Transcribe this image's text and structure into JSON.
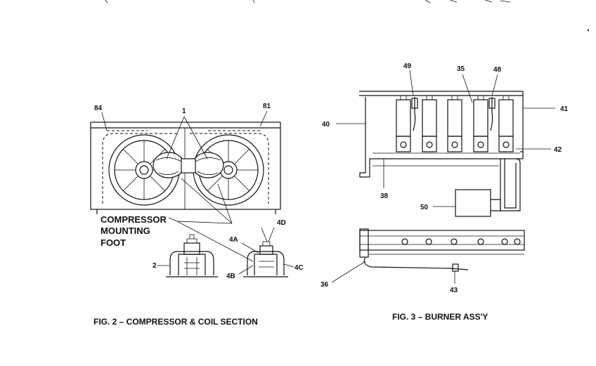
{
  "figure2": {
    "caption": "FIG. 2 – COMPRESSOR & COIL SECTION",
    "label_lines": [
      "COMPRESSOR",
      "MOUNTING",
      "FOOT"
    ],
    "callouts": {
      "c1": "1",
      "c84": "84",
      "c81": "81",
      "c2": "2",
      "c4a": "4A",
      "c4b": "4B",
      "c4c": "4C",
      "c4d": "4D"
    }
  },
  "figure3": {
    "caption": "FIG. 3 – BURNER ASS'Y",
    "callouts": {
      "c49": "49",
      "c35": "35",
      "c48": "48",
      "c41": "41",
      "c40": "40",
      "c42": "42",
      "c38": "38",
      "c50": "50",
      "c36": "36",
      "c43": "43"
    }
  }
}
